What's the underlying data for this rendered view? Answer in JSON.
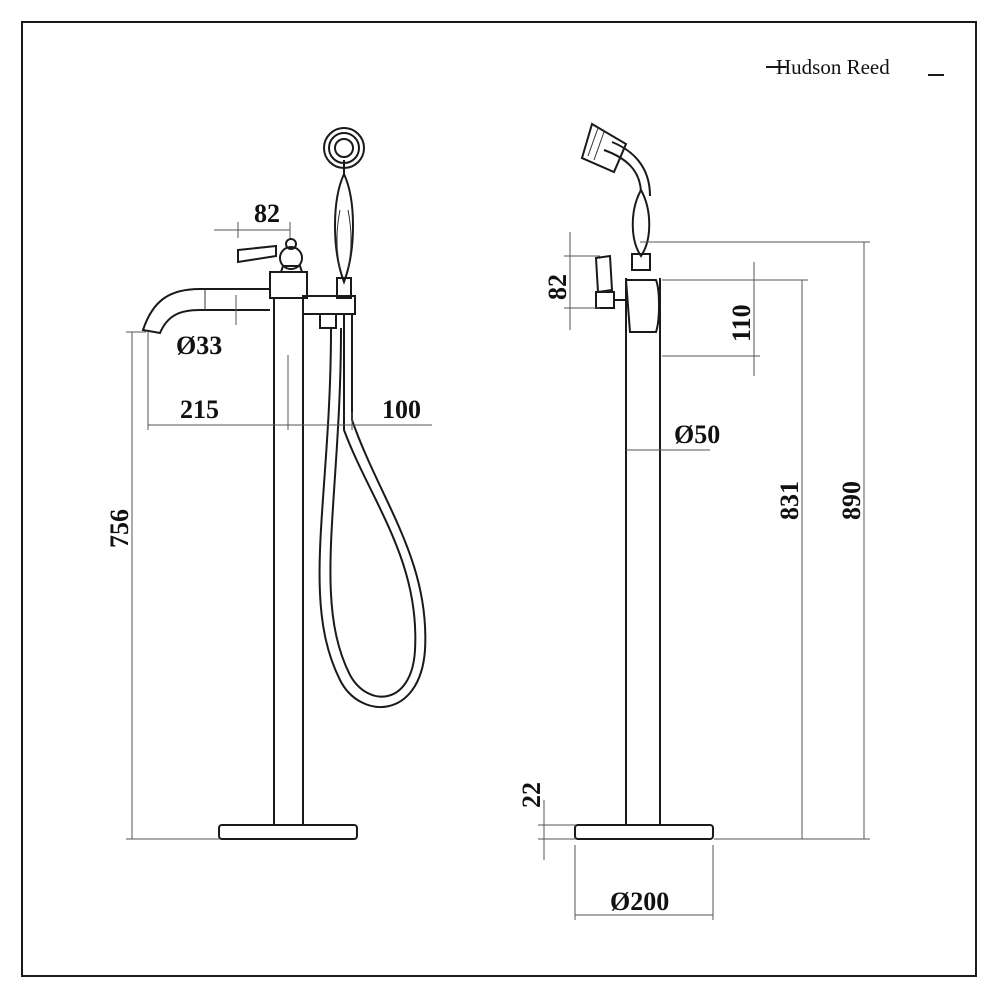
{
  "brand": {
    "name": "Hudson Reed"
  },
  "dimensions": {
    "handle_width": "82",
    "spout_diameter": "Ø33",
    "spout_reach": "215",
    "hose_offset": "100",
    "spout_height": "756",
    "handle_height": "82",
    "head_drop": "110",
    "pipe_diameter": "Ø50",
    "total_height_831": "831",
    "total_height_890": "890",
    "base_thickness": "22",
    "base_diameter": "Ø200"
  },
  "colors": {
    "line": "#1a1a1a",
    "dimension": "#555555",
    "background": "#ffffff"
  }
}
